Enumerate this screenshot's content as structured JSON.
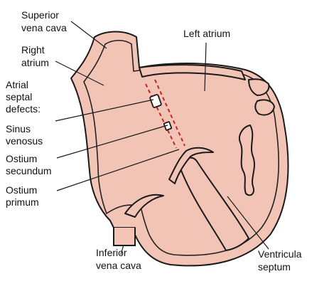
{
  "colors": {
    "tissue": "#f2c4b6",
    "tissue_dark": "#e9a896",
    "outline": "#1a1a1a",
    "septum_dash": "#cc1f2b",
    "leader": "#1a1a1a",
    "background": "#ffffff"
  },
  "labels": {
    "superior_vena_cava": [
      "Superior",
      "vena cava"
    ],
    "right_atrium": [
      "Right",
      "atrium"
    ],
    "atrial_septal_defects": [
      "Atrial",
      "septal",
      "defects:"
    ],
    "sinus_venosus": [
      "Sinus",
      "venosus"
    ],
    "ostium_secundum": [
      "Ostium",
      "secundum"
    ],
    "ostium_primum": [
      "Ostium",
      "primum"
    ],
    "left_atrium": [
      "Left atrium"
    ],
    "inferior_vena_cava": [
      "Inferior",
      "vena cava"
    ],
    "ventricular_septum": [
      "Ventricula",
      "septum"
    ]
  }
}
